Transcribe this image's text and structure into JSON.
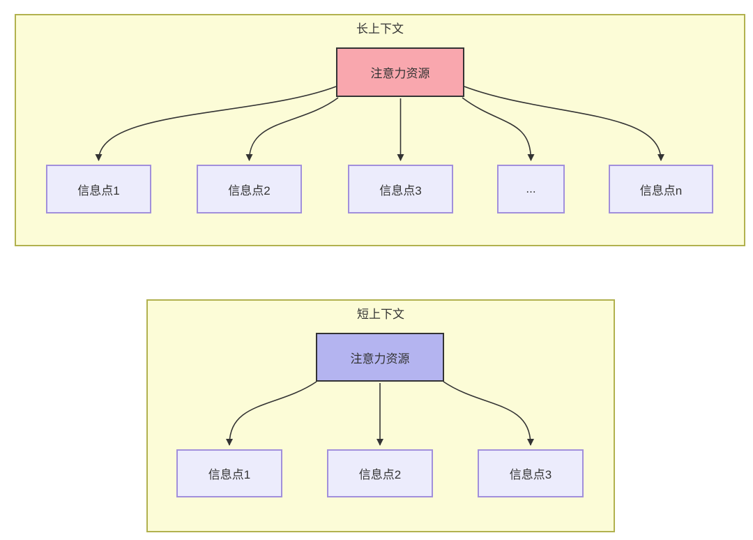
{
  "sections": {
    "long": {
      "title": "长上下文",
      "attention_label": "注意力资源",
      "nodes": [
        "信息点1",
        "信息点2",
        "信息点3",
        "...",
        "信息点n"
      ]
    },
    "short": {
      "title": "短上下文",
      "attention_label": "注意力资源",
      "nodes": [
        "信息点1",
        "信息点2",
        "信息点3"
      ]
    }
  },
  "colors": {
    "container_fill": "#fcfcd7",
    "container_border": "#b1b14e",
    "attention_long_fill": "#f9a7ae",
    "attention_short_fill": "#b4b4f0",
    "attention_border": "#333333",
    "info_node_fill": "#ececfc",
    "info_node_border": "#a18fdb",
    "arrow": "#333333",
    "text": "#333333"
  }
}
